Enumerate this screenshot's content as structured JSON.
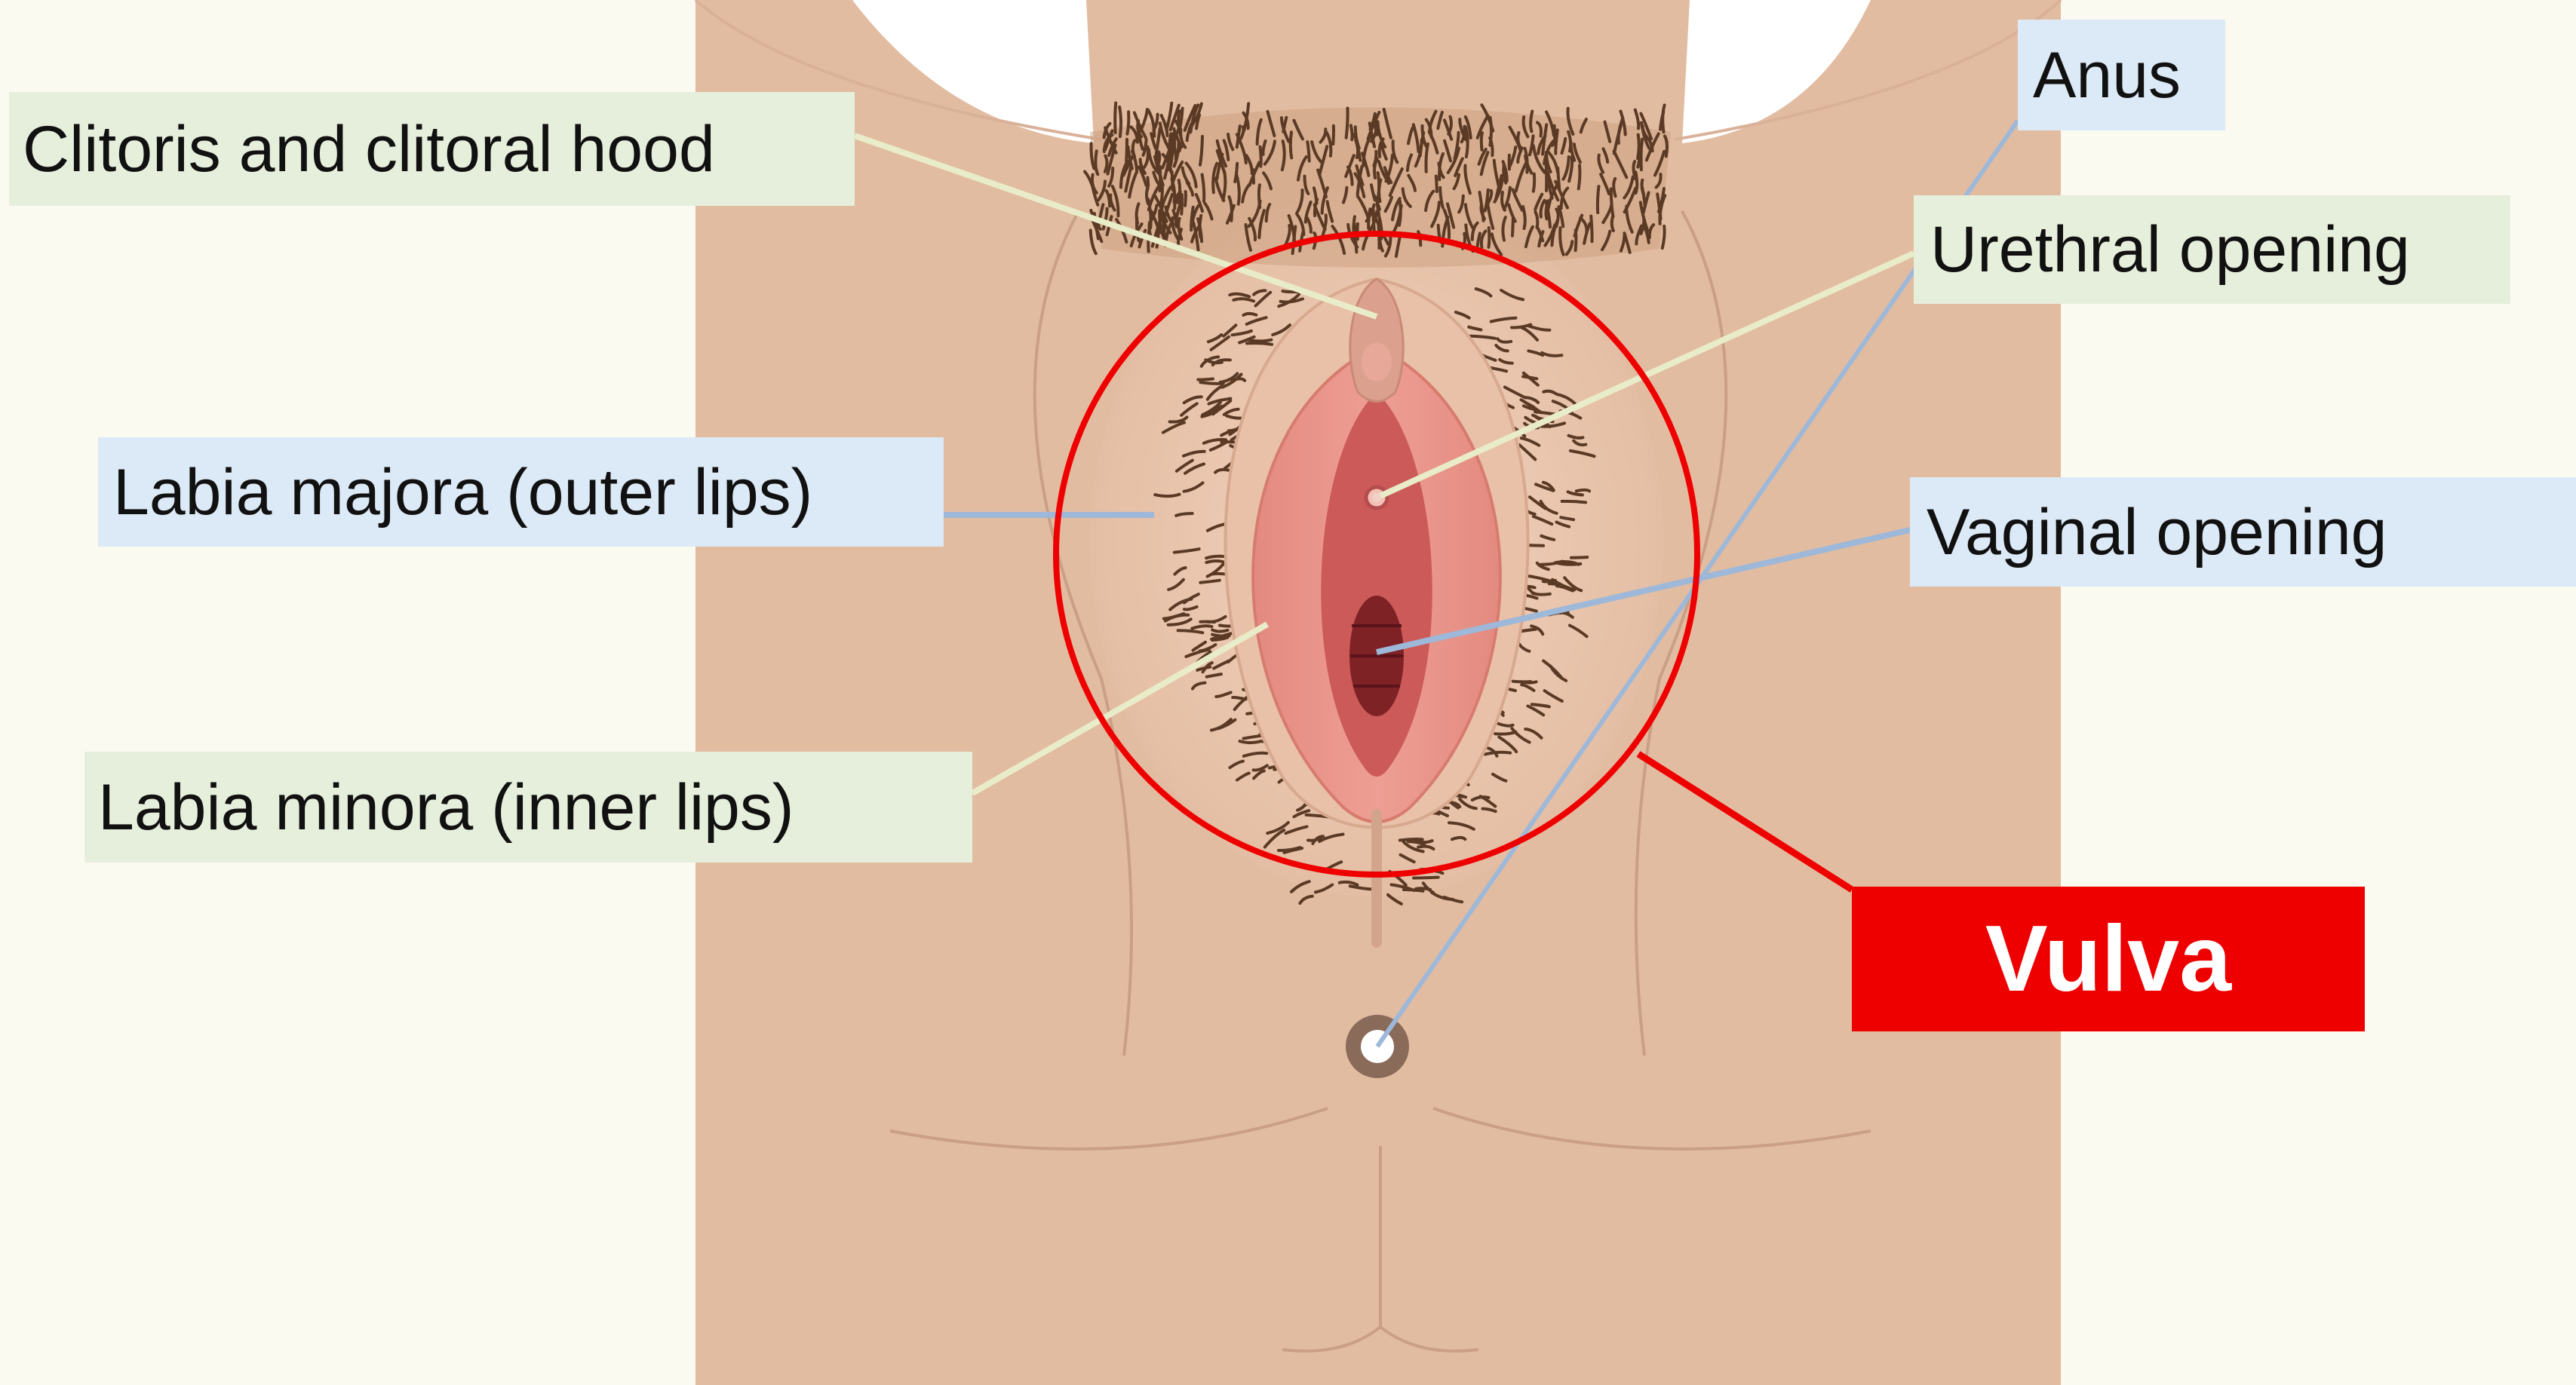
{
  "labels": {
    "clitoris": "Clitoris and clitoral hood",
    "labia_majora": "Labia majora (outer lips)",
    "labia_minora": "Labia minora (inner lips)",
    "anus": "Anus",
    "urethral_opening": "Urethral opening",
    "vaginal_opening": "Vaginal opening",
    "vulva": "Vulva"
  },
  "colors": {
    "background": "#fbfaf1",
    "skin": "#e2bca1",
    "green_label": "#e6efdc",
    "blue_label": "#dce9f6",
    "green_leader": "#e9ecc8",
    "blue_leader": "#9db8d8",
    "highlight_red": "#ee0000",
    "hair": "#5b3a25"
  },
  "icons": {
    "hair": "pubic-hair-strokes",
    "highlight": "red-circle-outline"
  }
}
